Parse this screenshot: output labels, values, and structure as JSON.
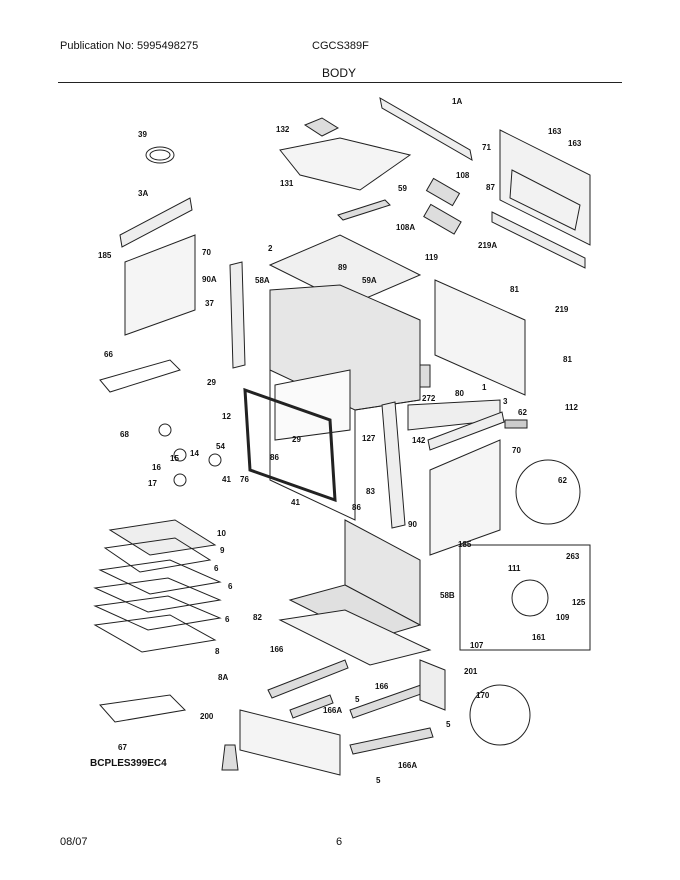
{
  "header": {
    "publication": "Publication No: 5995498275",
    "model": "CGCS389F",
    "section": "BODY"
  },
  "footer": {
    "date": "08/07",
    "page": "6",
    "code": "BCPLES399EC4"
  },
  "callouts": [
    "1A",
    "132",
    "39",
    "163",
    "163",
    "71",
    "131",
    "59",
    "108",
    "87",
    "3A",
    "2",
    "108A",
    "185",
    "70",
    "90A",
    "58A",
    "89",
    "59A",
    "119",
    "219A",
    "81",
    "37",
    "219",
    "66",
    "81",
    "29",
    "12",
    "272",
    "80",
    "1",
    "112",
    "3",
    "62",
    "68",
    "127",
    "142",
    "29",
    "54",
    "16",
    "15",
    "14",
    "86",
    "17",
    "41",
    "76",
    "86",
    "83",
    "41",
    "70",
    "62",
    "185",
    "90",
    "10",
    "9",
    "6",
    "6",
    "6",
    "8",
    "263",
    "111",
    "125",
    "58B",
    "82",
    "109",
    "107",
    "161",
    "166",
    "201",
    "8A",
    "166",
    "5",
    "170",
    "166A",
    "200",
    "5",
    "67",
    "166A",
    "5"
  ]
}
